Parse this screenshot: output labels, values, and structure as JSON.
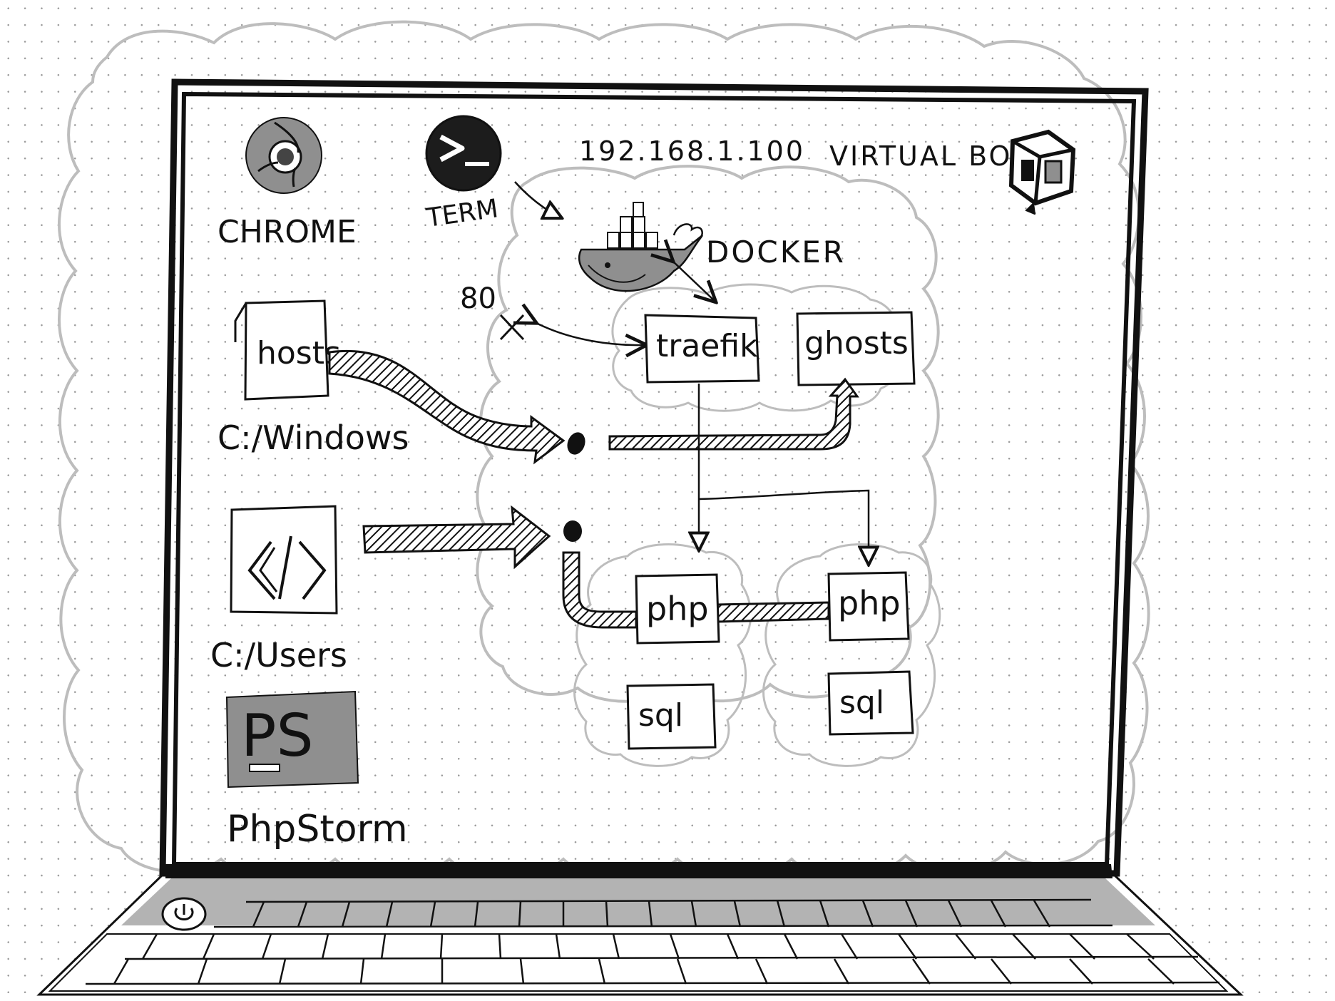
{
  "apps": {
    "chrome": "CHROME",
    "term": "TERM",
    "ip": "192.168.1.100",
    "virtualbox": "VIRTUAL BOX",
    "docker": "DOCKER",
    "phpstorm": "PhpStorm"
  },
  "files": {
    "hosts": "hosts",
    "windows_path": "C:/Windows",
    "users_path": "C:/Users",
    "code_symbol": "</>",
    "ps_logo": "PS"
  },
  "docker": {
    "port": "80",
    "traefik": "traefik",
    "ghosts": "ghosts",
    "php_a": "php",
    "php_b": "php",
    "sql_a": "sql",
    "sql_b": "sql"
  },
  "colors": {
    "ink": "#111111",
    "cloud": "#bdbdbd",
    "keyboard": "#b3b3b3",
    "icon_gray": "#8f8f8f"
  }
}
